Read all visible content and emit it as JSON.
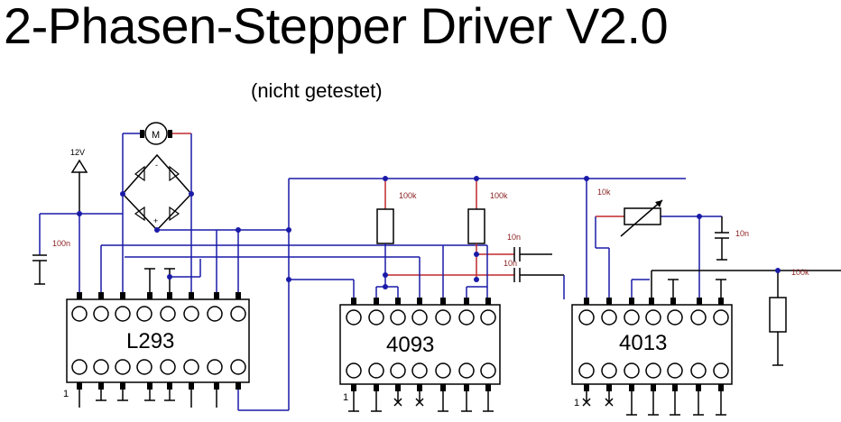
{
  "title": "2-Phasen-Stepper Driver V2.0",
  "subtitle": "(nicht getestet)",
  "supply": {
    "label": "12V"
  },
  "motor": {
    "label": "M"
  },
  "bridge": {
    "minus": "-",
    "plus": "+"
  },
  "components": {
    "c_supply": "100n",
    "r1": "100k",
    "r2": "100k",
    "r3": "10k",
    "c_top": "10n",
    "c_mid": "10n",
    "c_right": "10n",
    "r_right": "100k"
  },
  "chips": [
    {
      "name": "L293",
      "pin1": "1"
    },
    {
      "name": "4093",
      "pin1": "1"
    },
    {
      "name": "4013",
      "pin1": "1"
    }
  ],
  "colors": {
    "wire": "#1a1aa8",
    "resistor": "#c0282c",
    "label": "#8a1f1f"
  }
}
